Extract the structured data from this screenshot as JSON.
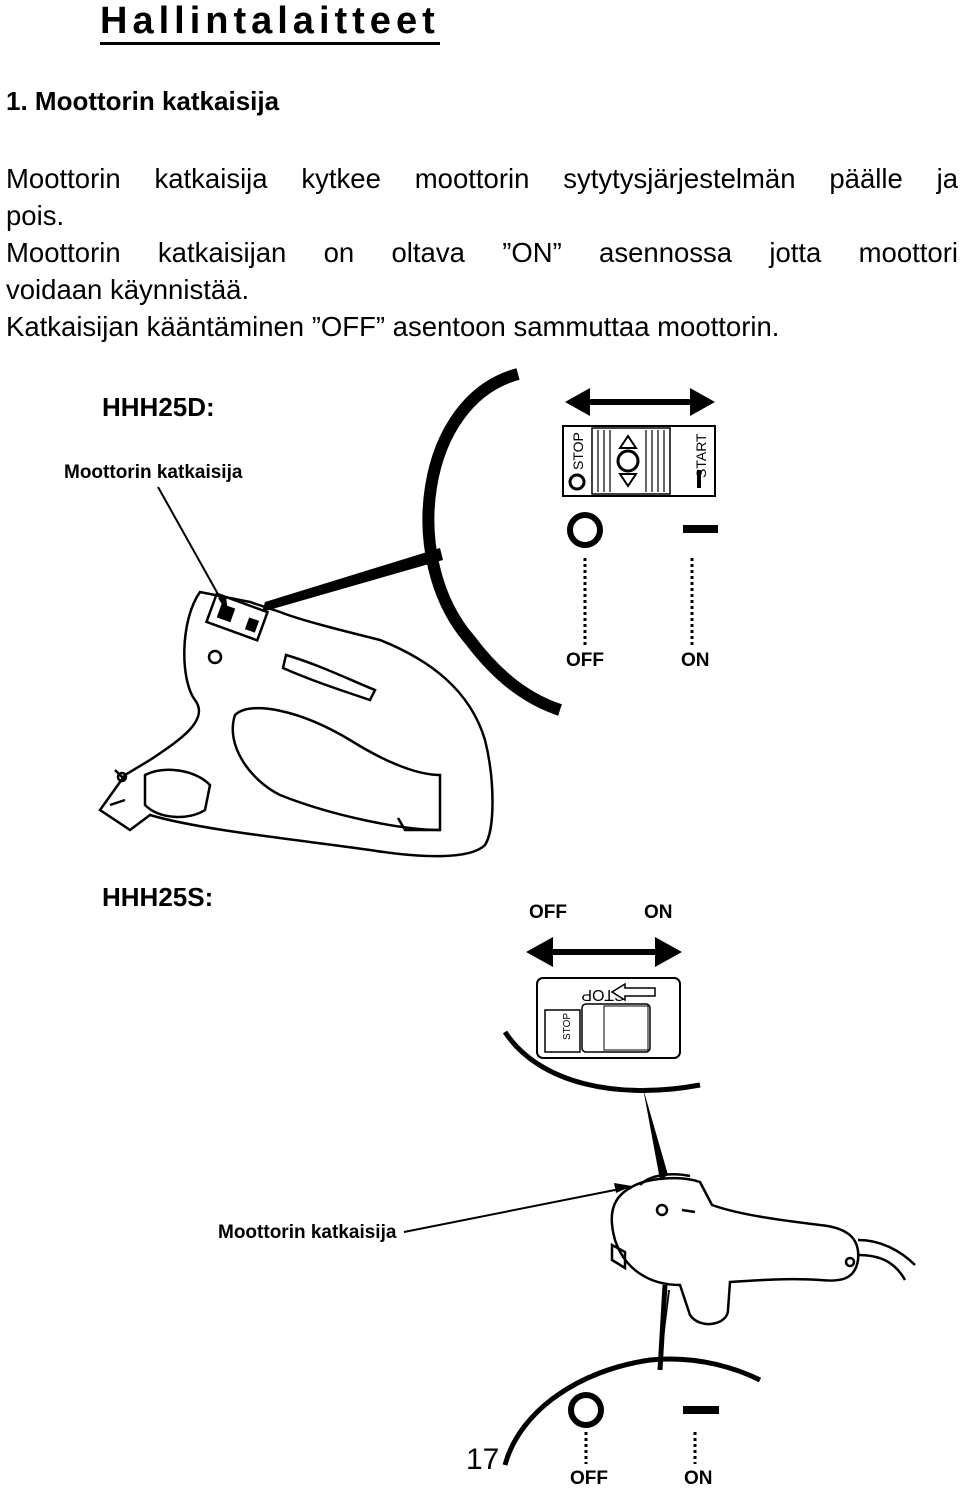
{
  "title": "Hallintalaitteet",
  "section": {
    "heading": "1. Moottorin katkaisija"
  },
  "body": {
    "line1": "Moottorin katkaisija kytkee moottorin sytytysjärjestelmän päälle ja",
    "line2": "pois.",
    "line3": "Moottorin katkaisijan on oltava ”ON” asennossa jotta moottori",
    "line4": "voidaan käynnistää.",
    "line5": "Katkaisijan kääntäminen ”OFF” asentoon sammuttaa moottorin."
  },
  "hhh25d": {
    "model": "HHH25D:",
    "callout": "Moottorin katkaisija",
    "switch_stop": "STOP",
    "switch_start": "START",
    "off": "OFF",
    "on": "ON"
  },
  "hhh25s": {
    "model": "HHH25S:",
    "off_top": "OFF",
    "on_top": "ON",
    "plate_stop": "STOP",
    "button_stop": "STOP",
    "callout": "Moottorin katkaisija",
    "off_bottom": "OFF",
    "on_bottom": "ON"
  },
  "page_number": "17"
}
